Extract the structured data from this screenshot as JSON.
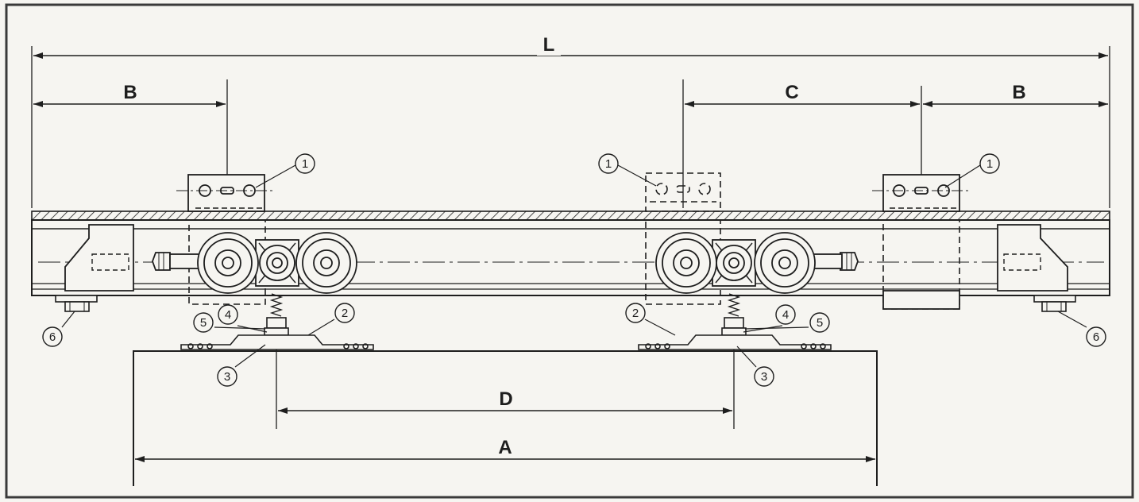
{
  "dimension_labels": {
    "L": "L",
    "B_left": "B",
    "C": "C",
    "B_right": "B",
    "D": "D",
    "A": "A"
  },
  "part_numbers": {
    "p1_left": "1",
    "p1_mid": "1",
    "p1_right": "1",
    "p2_left": "2",
    "p2_right": "2",
    "p3_left": "3",
    "p3_right": "3",
    "p4_left": "4",
    "p4_right": "4",
    "p5_left": "5",
    "p5_right": "5",
    "p6_left": "6",
    "p6_right": "6"
  },
  "colors": {
    "ink": "#1e1e1e",
    "paper": "#f6f5f1",
    "frame": "#3a3a3a"
  }
}
